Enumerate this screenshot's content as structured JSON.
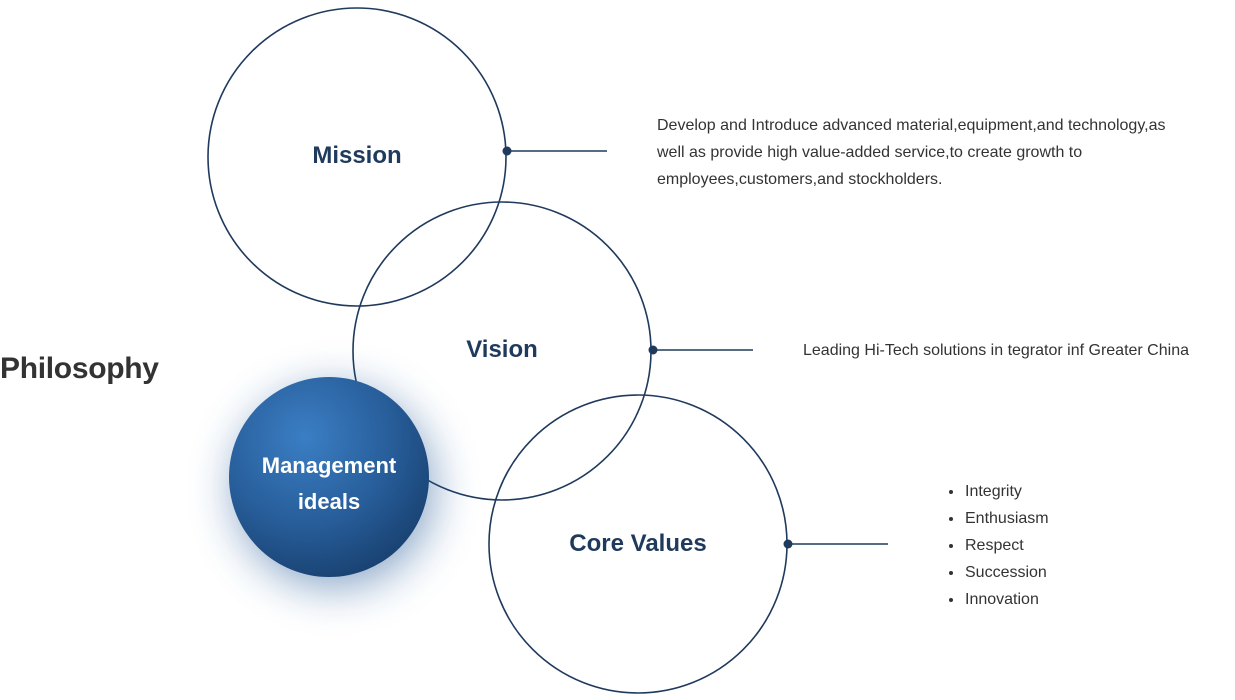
{
  "title": "Philosophy",
  "circles": {
    "mission": {
      "label": "Mission",
      "description": "Develop and Introduce advanced material,equipment,and technology,as well as provide high value-added service,to create growth to employees,customers,and stockholders."
    },
    "vision": {
      "label": "Vision",
      "description": "Leading Hi-Tech solutions in tegrator inf Greater China"
    },
    "core_values": {
      "label": "Core Values",
      "items": [
        "Integrity",
        "Enthusiasm",
        "Respect",
        "Succession",
        "Innovation"
      ]
    },
    "management": {
      "line1": "Management",
      "line2": "ideals"
    }
  },
  "colors": {
    "outline": "#1f3a5c",
    "sphere_light": "#3a7cc0",
    "sphere_dark": "#173f6e",
    "text_dark": "#333333"
  }
}
